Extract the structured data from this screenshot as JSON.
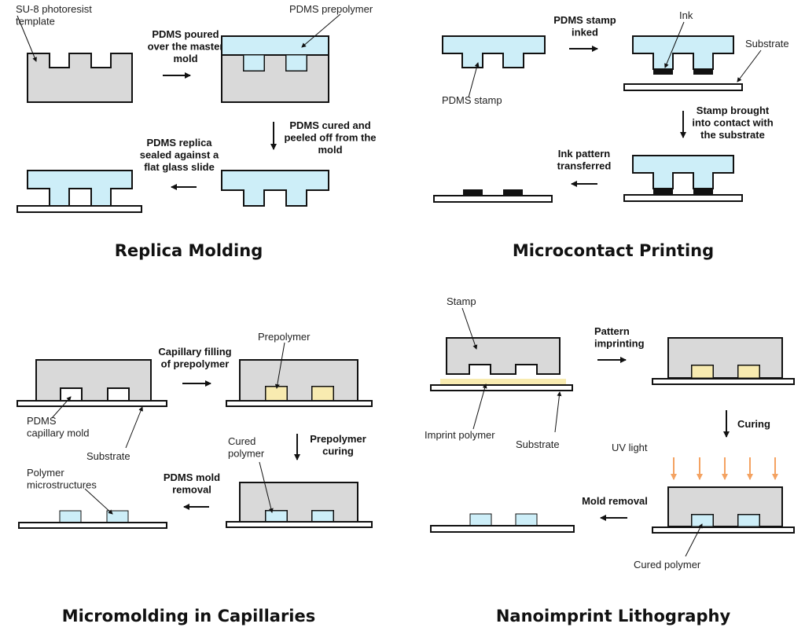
{
  "colors": {
    "pdms": "#cdeef8",
    "mold_grey": "#d9d9d9",
    "prepolymer_yellow": "#f8ebb0",
    "ink": "#111111",
    "uv_arrow": "#f4a261",
    "substrate": "#ffffff"
  },
  "replica_molding": {
    "title": "Replica Molding",
    "template_label": "SU-8 photoresist\ntemplate",
    "prepolymer_label": "PDMS prepolymer",
    "step1": "PDMS poured\nover the master\nmold",
    "step2": "PDMS cured and\npeeled off from the\nmold",
    "step3": "PDMS replica\nsealed against a\nflat glass slide"
  },
  "microcontact_printing": {
    "title": "Microcontact Printing",
    "stamp_label": "PDMS stamp",
    "ink_label": "Ink",
    "substrate_label": "Substrate",
    "step1": "PDMS stamp\ninked",
    "step2": "Stamp brought\ninto contact with\nthe substrate",
    "step3": "Ink pattern\ntransferred"
  },
  "micromolding_capillaries": {
    "title": "Micromolding in Capillaries",
    "mold_label": "PDMS\ncapillary mold",
    "substrate_label": "Substrate",
    "prepolymer_label": "Prepolymer",
    "cured_label": "Cured\npolymer",
    "microstructures_label": "Polymer\nmicrostructures",
    "step1": "Capillary filling\nof prepolymer",
    "step2": "Prepolymer\ncuring",
    "step3": "PDMS mold\nremoval"
  },
  "nanoimprint_lithography": {
    "title": "Nanoimprint Lithography",
    "stamp_label": "Stamp",
    "imprint_label": "Imprint polymer",
    "substrate_label": "Substrate",
    "uv_label": "UV light",
    "cured_label": "Cured polymer",
    "step1": "Pattern\nimprinting",
    "step2": "Curing",
    "step3": "Mold removal"
  }
}
